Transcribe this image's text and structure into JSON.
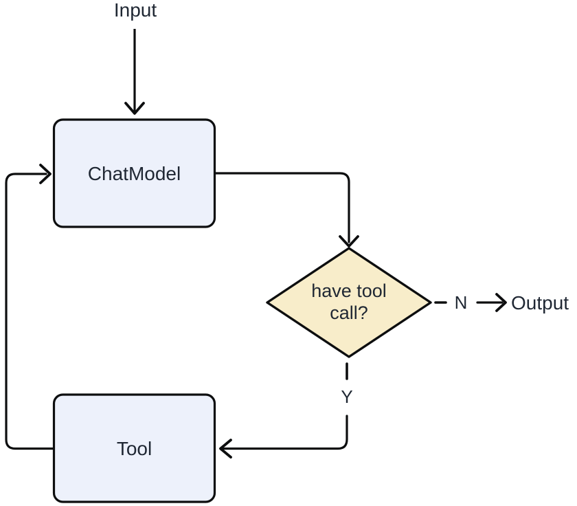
{
  "diagram": {
    "colors": {
      "background": "#ffffff",
      "stroke": "#0d0e0f",
      "node_fill": "#edf1fb",
      "decision_fill": "#f8edca",
      "text": "#1f2733"
    },
    "nodes": {
      "input": {
        "label": "Input"
      },
      "chat_model": {
        "label": "ChatModel"
      },
      "decision": {
        "label_line1": "have tool",
        "label_line2": "call?"
      },
      "tool": {
        "label": "Tool"
      },
      "output": {
        "label": "Output"
      }
    },
    "edges": {
      "no": {
        "label": "N"
      },
      "yes": {
        "label": "Y"
      }
    }
  }
}
